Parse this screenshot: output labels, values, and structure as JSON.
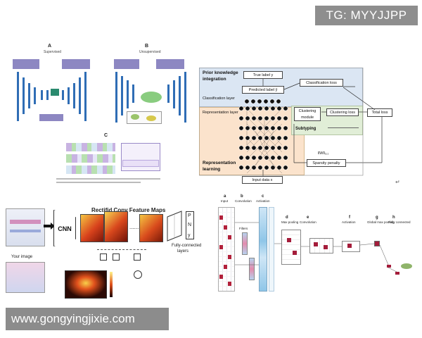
{
  "watermark": {
    "tag": "TG: MYYJJPP",
    "url": "www.gongyingjixie.com"
  },
  "panel_a": {
    "letter": "A",
    "title": "Supervised"
  },
  "panel_b": {
    "letter": "B",
    "title": "Unsupervised"
  },
  "panel_c": {
    "letter": "C"
  },
  "prior_knowledge": {
    "title_line1": "Prior knowledge",
    "title_line2": "integration",
    "classification_layer": "Classification layer",
    "representation_layer": "Representation layer",
    "representation_learning_1": "Representation",
    "representation_learning_2": "learning",
    "true_label": "True label y",
    "predicted_label": "Predicted label ŷ",
    "classification_loss": "Classification loss",
    "clustering_module_1": "Clustering",
    "clustering_module_2": "module",
    "clustering_loss": "Clustering loss",
    "total_loss": "Total loss",
    "subtyping": "Subtyping",
    "sparsity_penalty": "Sparsity penalty",
    "input_data": "Input data x",
    "norm_formula": "‖W‖₂,₁"
  },
  "cnn_panel": {
    "title": "Rectifid Conv Feature Maps",
    "cnn_label": "CNN",
    "fully_connected": "Fully-connected",
    "layers": "layers",
    "ellipsis": "......",
    "your_image": "Your image",
    "out_p": "P",
    "out_n": "N",
    "out_y": "y"
  },
  "conv_panel": {
    "a": "a",
    "a_label": "Input",
    "b": "b",
    "b_label": "Convolution",
    "c": "c",
    "c_label": "Activation",
    "d": "d",
    "d_label": "Max pooling",
    "e": "e",
    "e_label": "Convolution",
    "f": "f",
    "f_label": "Activation",
    "g": "g",
    "g_label": "Global max pooling",
    "h": "h",
    "h_label": "Fully connected",
    "filters": "Filters"
  }
}
